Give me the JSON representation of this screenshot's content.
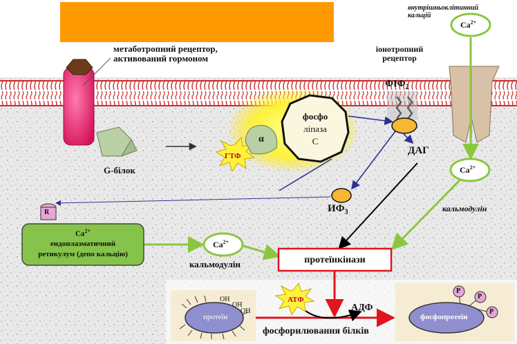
{
  "colors": {
    "orange_banner": "#ff9900",
    "membrane_red": "#cc2a2a",
    "receptor_pink": "#ee1f6e",
    "receptor_cap": "#6b3b1c",
    "g_protein": "#b9cfa4",
    "burst_yellow": "#fff23a",
    "calcium_circle_green": "#8cc63f",
    "er_green": "#86c34a",
    "arrow_green": "#8cc63f",
    "arrow_blue": "#2e3192",
    "arrow_red": "#e0151d",
    "phosphorylation_ovals": "#8f8fd0",
    "ion_channel": "#d8c2a7"
  },
  "labels": {
    "intracellular_calcium": "внутрішньоклітинний кальцій",
    "metabotropic_receptor": "метаботропний рецептор, активований гормоном",
    "ionotropic_receptor": "іонотропний рецептор",
    "pip2": "ФІФ",
    "pip2_sub": "2",
    "plc_line1": "фосфо",
    "plc_line2": "ліпаза",
    "plc_line3": "С",
    "alpha": "α",
    "gtp": "ГТФ",
    "g_protein": "G-білок",
    "dag": "ДАГ",
    "ip3": "ИФ",
    "ip3_sub": "3",
    "ca_top": "Ca",
    "ca_sup": "2+",
    "ca_mid": "Ca",
    "ca_left": "Ca",
    "er_ca": "Ca",
    "er_line1": "ендоплазматичний",
    "er_line2": "ретикулум (депо кальцію)",
    "receptor_r": "R",
    "calmodulin_right": "кальмодулін",
    "calmodulin_left": "кальмодулін",
    "protein_kinases": "протеїнкінази",
    "atp": "АТФ",
    "adp": "АДФ",
    "protein": "протеїн",
    "oh": "OH",
    "phosphoprotein": "фосфопротеїн",
    "p": "P",
    "phosphorylation": "фосфорилювання білків"
  }
}
